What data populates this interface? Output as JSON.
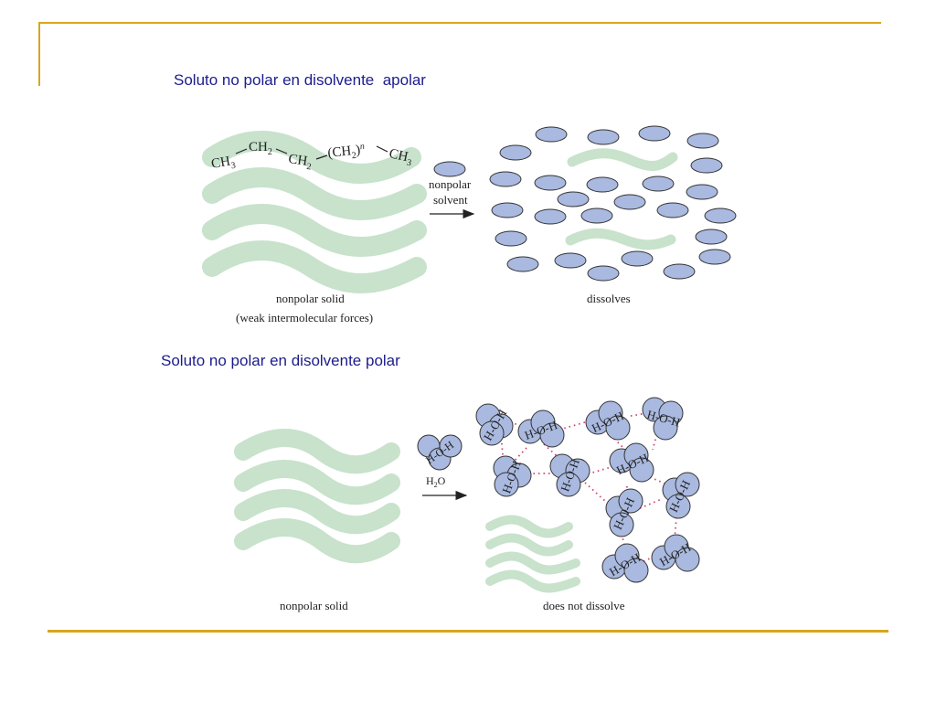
{
  "slide": {
    "accent_color": "#d9a520",
    "heading_color": "#1c1c8c",
    "heading_1": "Soluto no polar en disolvente  apolar",
    "heading_2": "Soluto no polar en disolvente polar"
  },
  "panel_1": {
    "formula": {
      "ch3_left": "CH",
      "ch3_left_sub": "3",
      "ch2_a": "CH",
      "ch2_a_sub": "2",
      "ch2_b": "CH",
      "ch2_b_sub": "2",
      "ch2n_open": "(CH",
      "ch2n_sub": "2",
      "ch2n_close": ")",
      "ch2n_n": "n",
      "ch3_right": "CH",
      "ch3_right_sub": "3"
    },
    "arrow_label_1": "nonpolar",
    "arrow_label_2": "solvent",
    "left_caption_1": "nonpolar solid",
    "left_caption_2": "(weak intermolecular forces)",
    "right_caption": "dissolves",
    "solute_color": "#c8e2cc",
    "solvent_color": "#a9b9e0"
  },
  "panel_2": {
    "water_label": "H-O-H",
    "arrow_label": "H",
    "arrow_label_sub": "2",
    "arrow_label_end": "O",
    "left_caption": "nonpolar solid",
    "right_caption": "does not dissolve",
    "hbond_color": "#d0406a"
  }
}
